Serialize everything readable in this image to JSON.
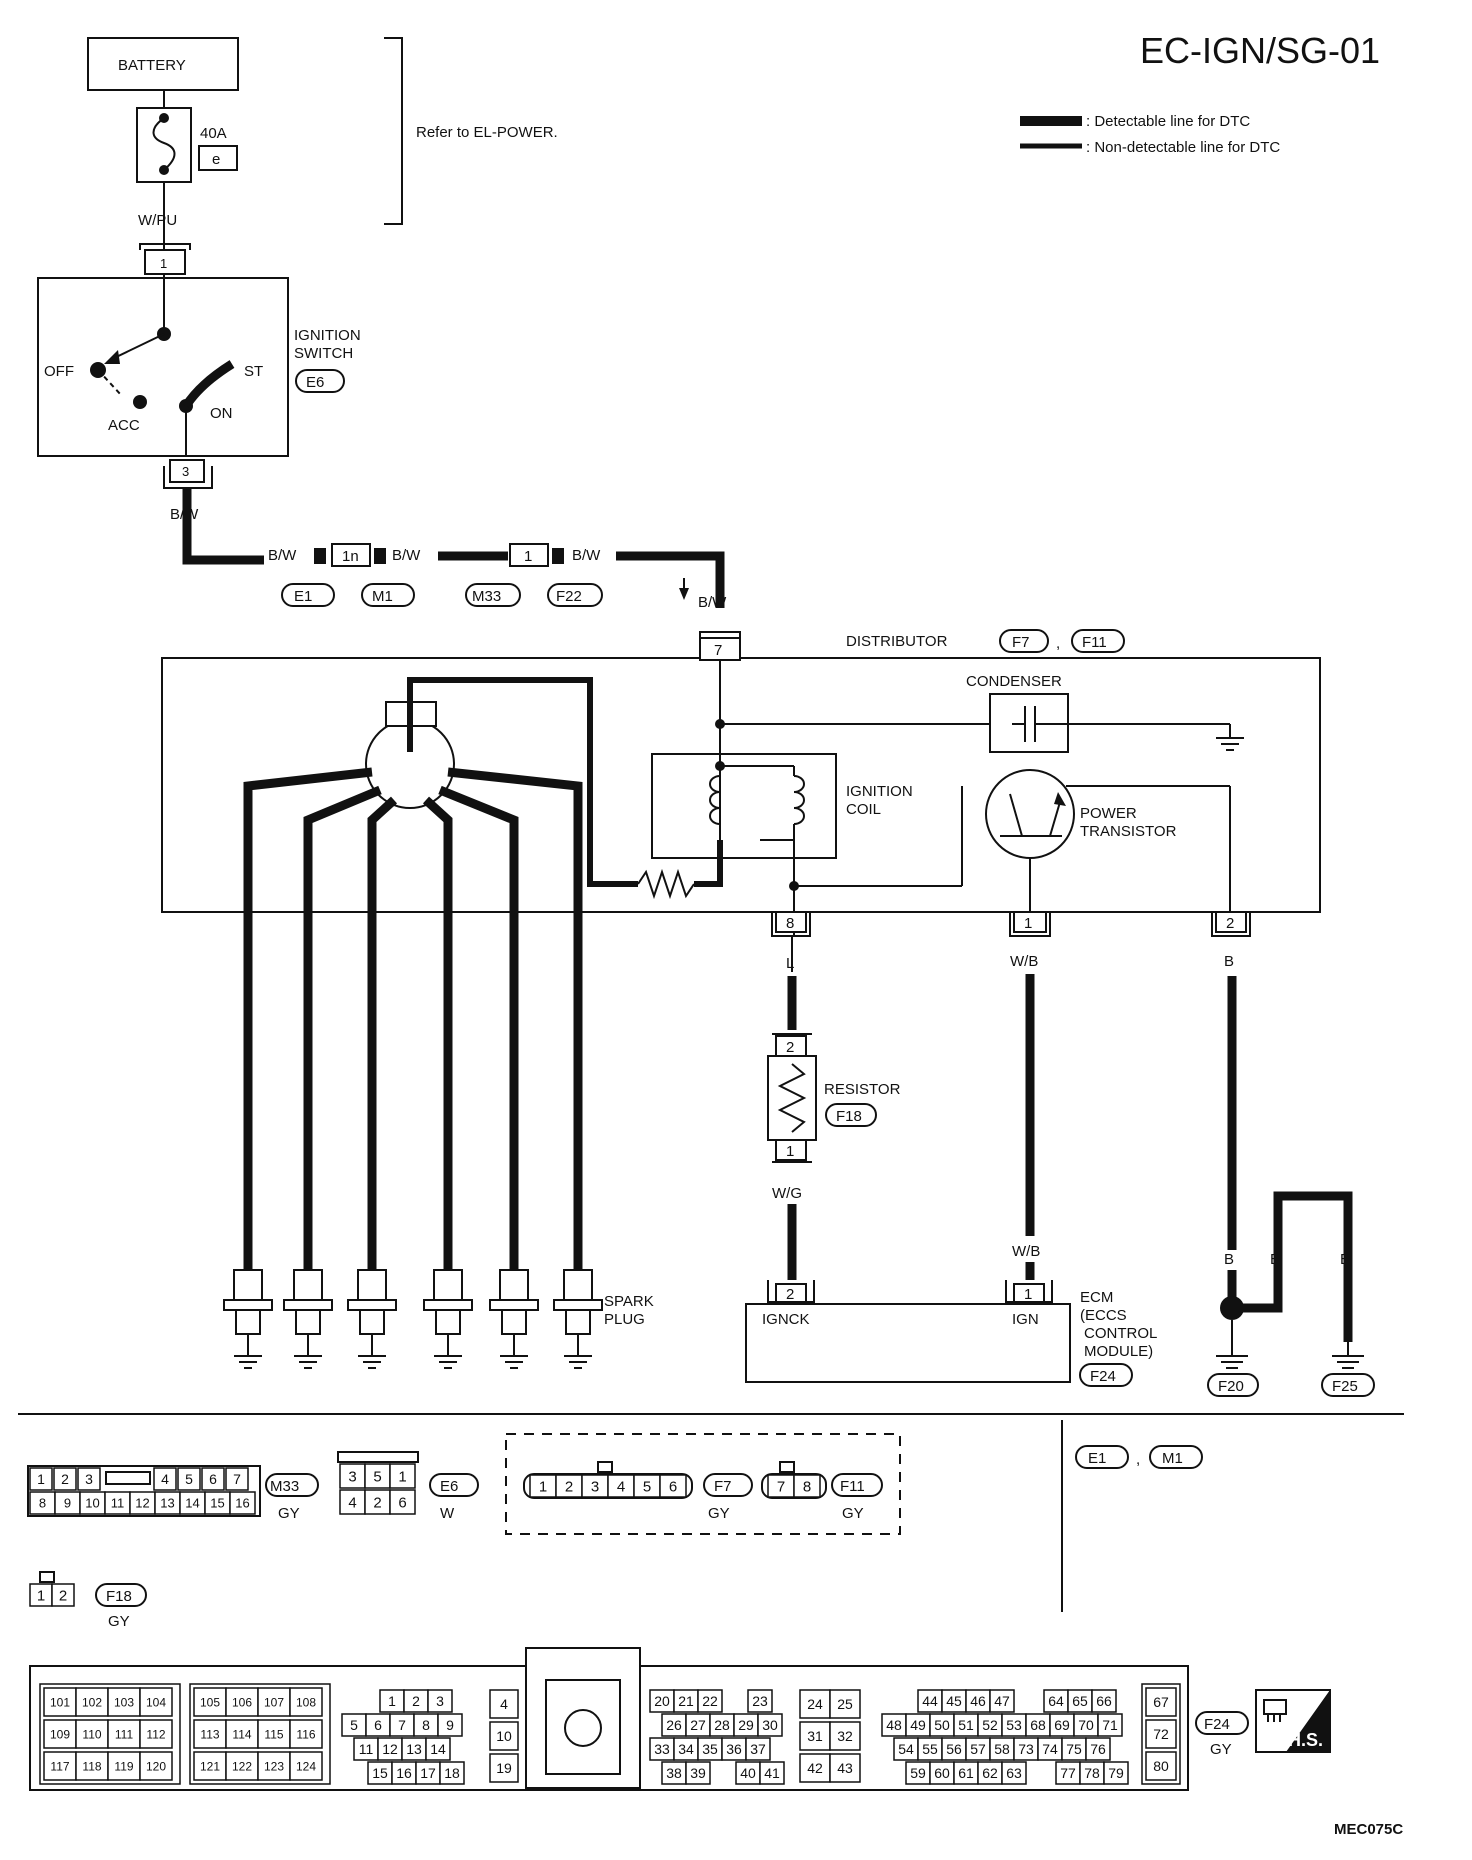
{
  "header": {
    "title": "EC-IGN/SG-01",
    "legend": [
      {
        "style": "thick",
        "text": ": Detectable line for DTC"
      },
      {
        "style": "thin",
        "text": ": Non-detectable line for DTC"
      }
    ],
    "refer_note": "Refer to EL-POWER.",
    "figure_id": "MEC075C"
  },
  "components": {
    "battery": "BATTERY",
    "fuse": {
      "rating": "40A",
      "id": "e"
    },
    "ignition_switch": {
      "line1": "IGNITION",
      "line2": "SWITCH",
      "connector": "E6",
      "positions": [
        "OFF",
        "ACC",
        "ON",
        "ST"
      ],
      "pin_in": "1",
      "pin_out": "3"
    },
    "distributor": {
      "label": "DISTRIBUTOR",
      "connectors": [
        "F7",
        "F11"
      ],
      "pins": [
        "7",
        "8",
        "1",
        "2"
      ]
    },
    "condenser": "CONDENSER",
    "ignition_coil": {
      "line1": "IGNITION",
      "line2": "COIL"
    },
    "power_transistor": {
      "line1": "POWER",
      "line2": "TRANSISTOR"
    },
    "resistor": {
      "label": "RESISTOR",
      "connector": "F18",
      "pins": [
        "2",
        "1"
      ]
    },
    "spark_plug": {
      "line1": "SPARK",
      "line2": "PLUG"
    },
    "ecm": {
      "line1": "ECM",
      "line2": "(ECCS",
      "line3": "CONTROL",
      "line4": "MODULE)",
      "connector": "F24",
      "pin_ignck": "2",
      "ignck": "IGNCK",
      "pin_ign": "1",
      "ign": "IGN"
    },
    "grounds": [
      "F20",
      "F25"
    ]
  },
  "wires": {
    "w_pu": "W/PU",
    "b_w": "B/W",
    "l": "L",
    "w_g": "W/G",
    "w_b": "W/B",
    "b": "B"
  },
  "harness": {
    "joints": [
      {
        "pin": "1n",
        "left": "E1",
        "right": "M1"
      },
      {
        "pin": "1",
        "left": "M33",
        "right": "F22"
      }
    ]
  },
  "connector_views": {
    "m33": {
      "id": "M33",
      "color": "GY",
      "row1": [
        "1",
        "2",
        "3",
        "",
        "4",
        "5",
        "6",
        "7"
      ],
      "row2": [
        "8",
        "9",
        "10",
        "11",
        "12",
        "13",
        "14",
        "15",
        "16"
      ]
    },
    "e6": {
      "id": "E6",
      "color": "W",
      "row1": [
        "3",
        "5",
        "1"
      ],
      "row2": [
        "4",
        "2",
        "6"
      ]
    },
    "f7": {
      "id": "F7",
      "color": "GY",
      "pins": [
        "1",
        "2",
        "3",
        "4",
        "5",
        "6"
      ]
    },
    "f11": {
      "id": "F11",
      "color": "GY",
      "pins": [
        "7",
        "8"
      ]
    },
    "e1m1": {
      "a": "E1",
      "b": "M1"
    },
    "f18": {
      "id": "F18",
      "color": "GY",
      "pins": [
        "1",
        "2"
      ]
    },
    "f24": {
      "id": "F24",
      "color": "GY",
      "badge": "H.S.",
      "g1": [
        [
          "101",
          "102",
          "103",
          "104"
        ],
        [
          "109",
          "110",
          "111",
          "112"
        ],
        [
          "117",
          "118",
          "119",
          "120"
        ]
      ],
      "g2": [
        [
          "105",
          "106",
          "107",
          "108"
        ],
        [
          "113",
          "114",
          "115",
          "116"
        ],
        [
          "121",
          "122",
          "123",
          "124"
        ]
      ],
      "g3": [
        [
          "1",
          "2",
          "3"
        ],
        [
          "5",
          "6",
          "7",
          "8",
          "9"
        ],
        [
          "11",
          "12",
          "13",
          "14"
        ],
        [
          "15",
          "16",
          "17",
          "18"
        ]
      ],
      "g4": [
        "4",
        "10",
        "19"
      ],
      "g5": [
        [
          "20",
          "21",
          "22",
          "23"
        ],
        [
          "26",
          "27",
          "28",
          "29",
          "30"
        ],
        [
          "33",
          "34",
          "35",
          "36",
          "37"
        ],
        [
          "38",
          "39",
          "40",
          "41"
        ]
      ],
      "g6": [
        [
          "24",
          "25"
        ],
        [
          "31",
          "32"
        ],
        [
          "42",
          "43"
        ]
      ],
      "g7": [
        [
          "44",
          "45",
          "46",
          "47",
          "64",
          "65",
          "66"
        ],
        [
          "48",
          "49",
          "50",
          "51",
          "52",
          "53",
          "68",
          "69",
          "70",
          "71"
        ],
        [
          "54",
          "55",
          "56",
          "57",
          "58",
          "73",
          "74",
          "75",
          "76"
        ],
        [
          "59",
          "60",
          "61",
          "62",
          "63",
          "77",
          "78",
          "79"
        ]
      ],
      "g8": [
        "67",
        "72",
        "80"
      ]
    }
  }
}
